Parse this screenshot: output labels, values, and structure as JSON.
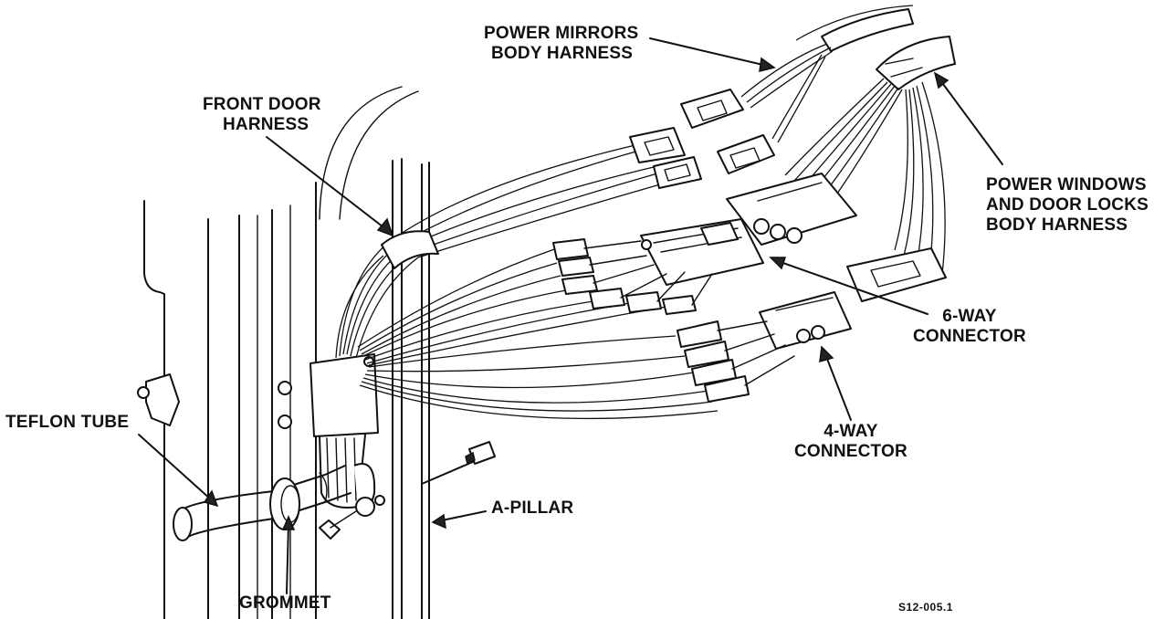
{
  "diagram": {
    "labels": {
      "power_mirrors": [
        "POWER MIRRORS",
        "BODY HARNESS"
      ],
      "front_door": [
        "FRONT DOOR",
        "HARNESS"
      ],
      "power_windows": [
        "POWER WINDOWS",
        "AND DOOR LOCKS",
        "BODY HARNESS"
      ],
      "six_way": [
        "6-WAY",
        "CONNECTOR"
      ],
      "four_way": [
        "4-WAY",
        "CONNECTOR"
      ],
      "teflon_tube": "TEFLON TUBE",
      "a_pillar": "A-PILLAR",
      "grommet": "GROMMET",
      "figure_id": "S12-005.1"
    }
  }
}
